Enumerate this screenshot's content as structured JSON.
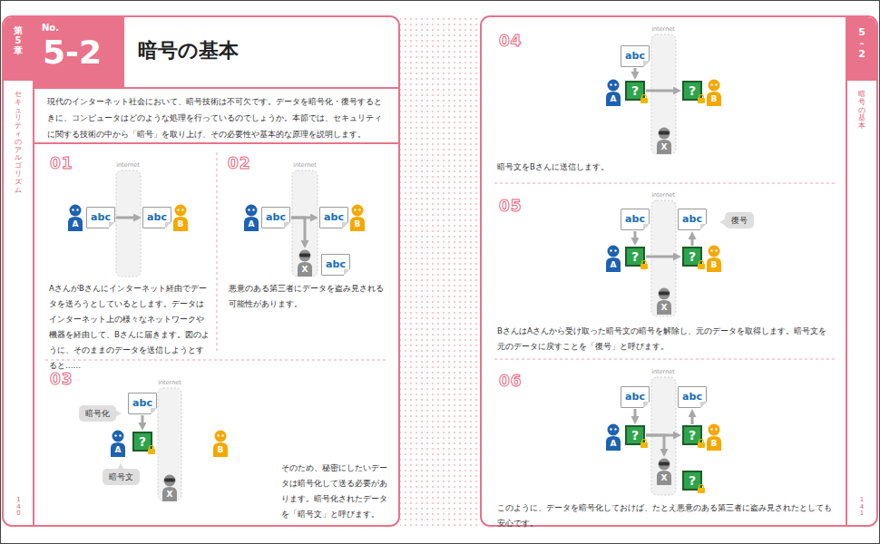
{
  "diagram": {
    "title": "暗号の基本",
    "nodes": [
      {
        "text": [
          "01",
          "AさんがBさんにインターネット経由でデータを送ろうとしているとします。データはインターネット上の様々なネットワークや機器を経由して、Bさんに届きます。図のように、そのままのデータを送信しようとすると……"
        ]
      },
      {
        "text": [
          "A"
        ],
        "in": 0
      },
      {
        "text": [
          "abc"
        ],
        "in": 0
      },
      {
        "text": [
          "abc"
        ],
        "in": 0
      },
      {
        "text": [
          "B"
        ],
        "in": 0
      },
      {
        "text": [
          "02",
          "悪意のある第三者にデータを盗み見される可能性があります。"
        ]
      },
      {
        "text": [
          "A"
        ],
        "in": 5
      },
      {
        "text": [
          "abc"
        ],
        "in": 5
      },
      {
        "text": [
          "abc"
        ],
        "in": 5
      },
      {
        "text": [
          "B"
        ],
        "in": 5
      },
      {
        "text": [
          "X"
        ],
        "in": 5
      },
      {
        "text": [
          "abc"
        ],
        "in": 5
      },
      {
        "text": [
          "03",
          "そのため、秘密にしたいデータは暗号化して送る必要があります。暗号化されたデータを「暗号文」と呼びます。"
        ]
      },
      {
        "text": [
          "暗号化"
        ],
        "in": 12
      },
      {
        "text": [
          "abc"
        ],
        "in": 12
      },
      {
        "text": [
          "A"
        ],
        "in": 12
      },
      {
        "text": [
          "?"
        ],
        "in": 12
      },
      {
        "text": [
          "暗号文"
        ],
        "in": 12
      },
      {
        "text": [
          "X"
        ],
        "in": 12
      },
      {
        "text": [
          "B"
        ],
        "in": 12
      },
      {
        "text": [
          "04",
          "暗号文をBさんに送信します。"
        ]
      },
      {
        "text": [
          "abc"
        ],
        "in": 20
      },
      {
        "text": [
          "A"
        ],
        "in": 20
      },
      {
        "text": [
          "?"
        ],
        "in": 20
      },
      {
        "text": [
          "?"
        ],
        "in": 20
      },
      {
        "text": [
          "B"
        ],
        "in": 20
      },
      {
        "text": [
          "X"
        ],
        "in": 20
      },
      {
        "text": [
          "05",
          "BさんはAさんから受け取った暗号文の暗号を解除し、元のデータを取得します。暗号文を元のデータに戻すことを「復号」と呼びます。"
        ]
      },
      {
        "text": [
          "abc"
        ],
        "in": 27
      },
      {
        "text": [
          "A"
        ],
        "in": 27
      },
      {
        "text": [
          "?"
        ],
        "in": 27
      },
      {
        "text": [
          "?"
        ],
        "in": 27
      },
      {
        "text": [
          "abc"
        ],
        "in": 27
      },
      {
        "text": [
          "復号"
        ],
        "in": 27
      },
      {
        "text": [
          "B"
        ],
        "in": 27
      },
      {
        "text": [
          "X"
        ],
        "in": 27
      },
      {
        "text": [
          "06",
          "このように、データを暗号化しておけば、たとえ悪意のある第三者に盗み見されたとしても安心です。"
        ]
      },
      {
        "text": [
          "abc"
        ],
        "in": 36
      },
      {
        "text": [
          "A"
        ],
        "in": 36
      },
      {
        "text": [
          "?"
        ],
        "in": 36
      },
      {
        "text": [
          "?"
        ],
        "in": 36
      },
      {
        "text": [
          "abc"
        ],
        "in": 36
      },
      {
        "text": [
          "B"
        ],
        "in": 36
      },
      {
        "text": [
          "X"
        ],
        "in": 36
      },
      {
        "text": [
          "?"
        ],
        "in": 36
      }
    ],
    "edges": [
      {
        "from": 2,
        "to": 3,
        "arrow": "to"
      },
      {
        "from": 7,
        "to": 8,
        "arrow": "to"
      },
      {
        "from": 7,
        "to": 10,
        "arrow": "to"
      },
      {
        "from": 14,
        "to": 16,
        "arrow": "to"
      },
      {
        "from": 21,
        "to": 23,
        "arrow": "to"
      },
      {
        "from": 23,
        "to": 24,
        "arrow": "to"
      },
      {
        "from": 28,
        "to": 30,
        "arrow": "to"
      },
      {
        "from": 30,
        "to": 31,
        "arrow": "to"
      },
      {
        "from": 31,
        "to": 32,
        "arrow": "to"
      },
      {
        "from": 37,
        "to": 39,
        "arrow": "to"
      },
      {
        "from": 39,
        "to": 40,
        "arrow": "to"
      },
      {
        "from": 40,
        "to": 41,
        "arrow": "to"
      },
      {
        "from": 39,
        "to": 43,
        "arrow": "to"
      }
    ],
    "labels": [
      "No.",
      "5-2",
      "現代のインターネット社会において、暗号技術は不可欠です。データを暗号化・復号するときに、コンピュータはどのような処理を行っているのでしょうか。本節では、セキュリティに関する技術の中から「暗号」を取り上げ、その必要性や基本的な原理を説明します。",
      "第5章",
      "セキュリティのアルゴリズム",
      "140",
      "5-2",
      "暗号の基本",
      "141",
      "internet",
      "internet",
      "internet",
      "internet",
      "internet",
      "internet"
    ]
  }
}
